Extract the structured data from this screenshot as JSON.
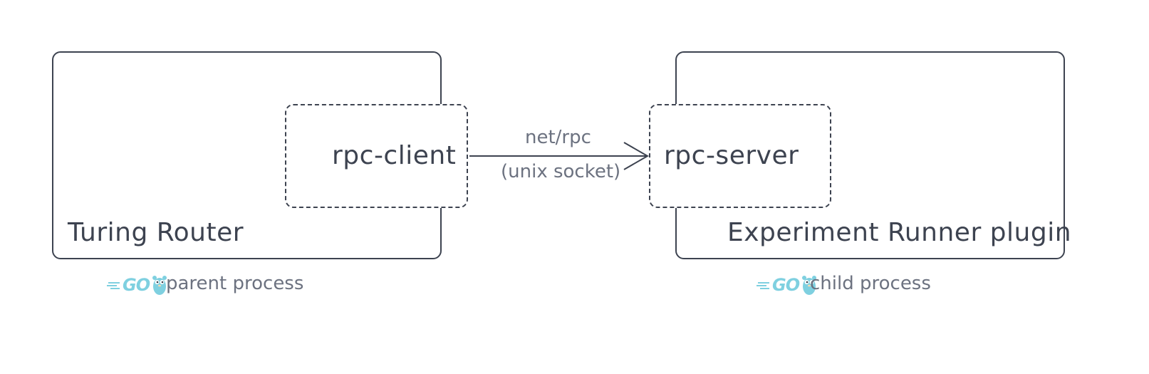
{
  "parent": {
    "title": "Turing Router",
    "inner_label": "rpc-client",
    "caption": "parent process",
    "logo_text": "GO"
  },
  "child": {
    "title": "Experiment Runner plugin",
    "inner_label": "rpc-server",
    "caption": "child process",
    "logo_text": "GO"
  },
  "connection": {
    "label_top": "net/rpc",
    "label_bottom": "(unix socket)"
  },
  "colors": {
    "stroke": "#3d4350",
    "caption": "#6c7280",
    "go_blue": "#7fd0e0"
  },
  "icons": [
    "go-gopher-logo-icon",
    "arrow-right-icon"
  ]
}
